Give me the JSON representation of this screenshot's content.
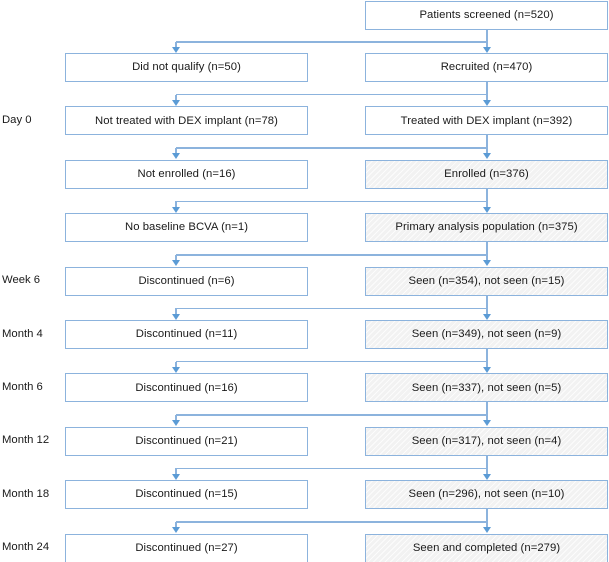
{
  "diagram": {
    "title": "Patient disposition flow diagram",
    "colors": {
      "box_border": "#8cb3dd",
      "connector": "#8cb3dd",
      "arrow": "#5b9bd5",
      "shaded_fill": "#f2f2f2",
      "plain_fill": "#ffffff",
      "text": "#1a1a1a"
    },
    "top_node": {
      "label": "Patients screened (n=520)",
      "shaded": false
    },
    "rows": [
      {
        "row_label": "",
        "left": {
          "label": "Did not qualify (n=50)",
          "shaded": false
        },
        "right": {
          "label": "Recruited (n=470)",
          "shaded": false
        }
      },
      {
        "row_label": "Day 0",
        "left": {
          "label": "Not treated with DEX implant (n=78)",
          "shaded": false
        },
        "right": {
          "label": "Treated with DEX implant (n=392)",
          "shaded": false
        }
      },
      {
        "row_label": "",
        "left": {
          "label": "Not enrolled (n=16)",
          "shaded": false
        },
        "right": {
          "label": "Enrolled (n=376)",
          "shaded": true
        }
      },
      {
        "row_label": "",
        "left": {
          "label": "No baseline BCVA (n=1)",
          "shaded": false
        },
        "right": {
          "label": "Primary analysis population (n=375)",
          "shaded": true
        }
      },
      {
        "row_label": "Week 6",
        "left": {
          "label": "Discontinued (n=6)",
          "shaded": false
        },
        "right": {
          "label": "Seen (n=354), not seen (n=15)",
          "shaded": true
        }
      },
      {
        "row_label": "Month 4",
        "left": {
          "label": "Discontinued (n=11)",
          "shaded": false
        },
        "right": {
          "label": "Seen (n=349), not seen (n=9)",
          "shaded": true
        }
      },
      {
        "row_label": "Month 6",
        "left": {
          "label": "Discontinued (n=16)",
          "shaded": false
        },
        "right": {
          "label": "Seen (n=337), not seen (n=5)",
          "shaded": true
        }
      },
      {
        "row_label": "Month 12",
        "left": {
          "label": "Discontinued (n=21)",
          "shaded": false
        },
        "right": {
          "label": "Seen (n=317), not seen (n=4)",
          "shaded": true
        }
      },
      {
        "row_label": "Month 18",
        "left": {
          "label": "Discontinued (n=15)",
          "shaded": false
        },
        "right": {
          "label": "Seen (n=296), not seen (n=10)",
          "shaded": true
        }
      },
      {
        "row_label": "Month 24",
        "left": {
          "label": "Discontinued (n=27)",
          "shaded": false
        },
        "right": {
          "label": "Seen and completed (n=279)",
          "shaded": true
        }
      }
    ]
  }
}
